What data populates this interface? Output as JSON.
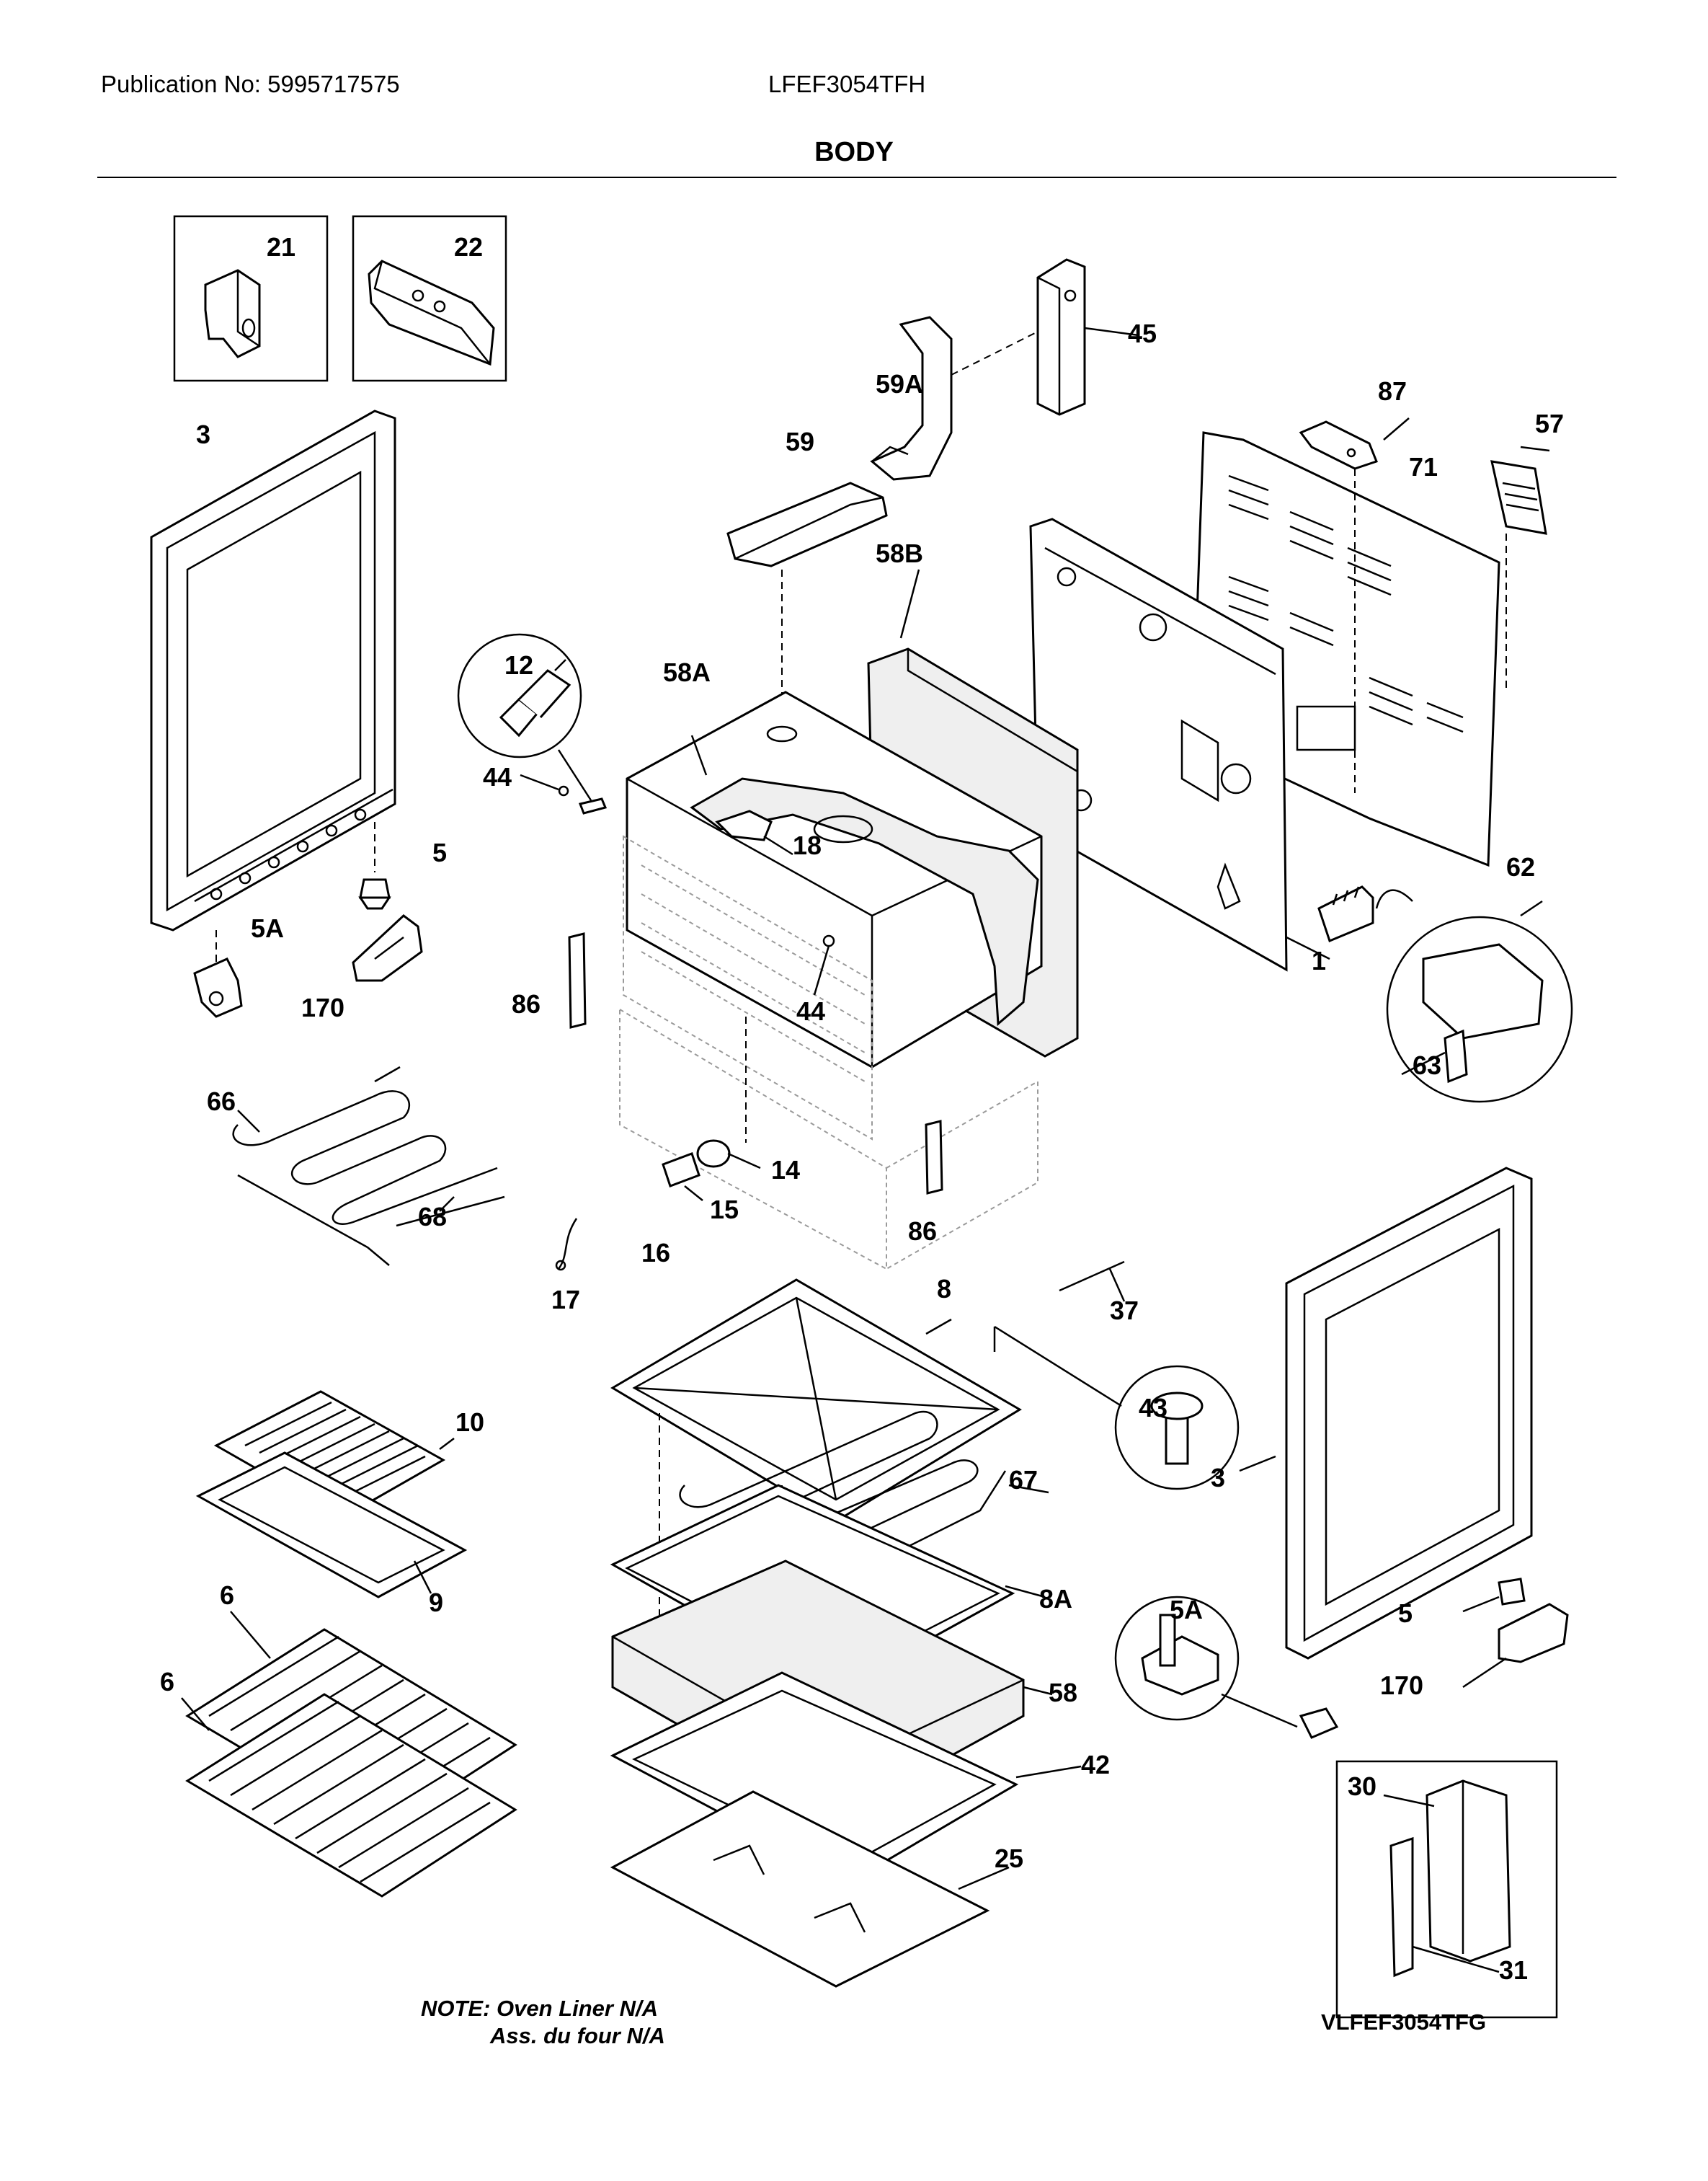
{
  "header": {
    "publication": "Publication No: 5995717575",
    "model": "LFEF3054TFH",
    "section": "BODY"
  },
  "parts": {
    "p21": "21",
    "p22": "22",
    "p45": "45",
    "p59A": "59A",
    "p87": "87",
    "p57": "57",
    "p3_left": "3",
    "p59": "59",
    "p71": "71",
    "p58B": "58B",
    "p12": "12",
    "p58A": "58A",
    "p62": "62",
    "p44_left": "44",
    "p18": "18",
    "p5_left": "5",
    "p5A_left": "5A",
    "p1": "1",
    "p86_left": "86",
    "p44_right": "44",
    "p63": "63",
    "p170_left": "170",
    "p66": "66",
    "p14": "14",
    "p15": "15",
    "p86_right": "86",
    "p68": "68",
    "p16": "16",
    "p17": "17",
    "p37": "37",
    "p8": "8",
    "p43": "43",
    "p10": "10",
    "p67": "67",
    "p3_right": "3",
    "p9": "9",
    "p6_top": "6",
    "p8A": "8A",
    "p5A_right": "5A",
    "p5_right": "5",
    "p6_bottom": "6",
    "p58": "58",
    "p170_right": "170",
    "p42": "42",
    "p30": "30",
    "p25": "25",
    "p31": "31"
  },
  "footer": {
    "note_line1": "NOTE: Oven Liner N/A",
    "note_line2": "Ass. du four N/A",
    "drawing_id": "VLFEF3054TFG"
  }
}
